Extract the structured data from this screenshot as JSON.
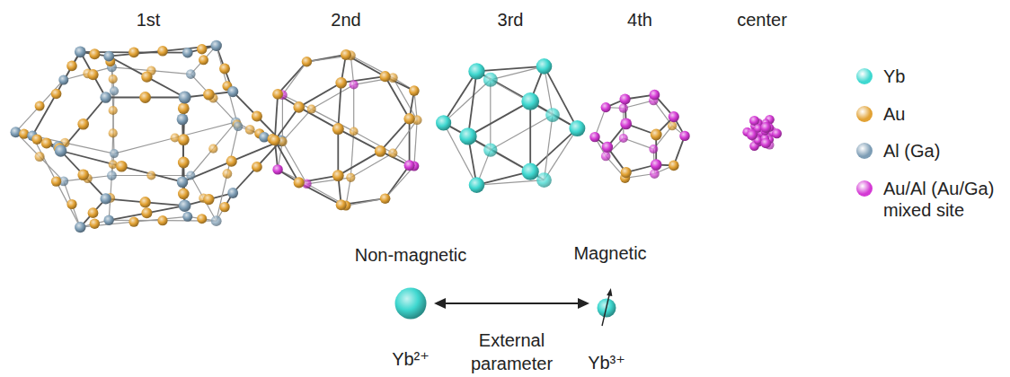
{
  "diagram": {
    "nodes": [
      {
        "text": [
          "Non-magnetic",
          "Yb²⁺"
        ]
      },
      {
        "text": [
          "Magnetic",
          "Yb³⁺"
        ]
      }
    ],
    "edges": [
      {
        "from": 0,
        "to": 1,
        "arrow": "both",
        "label": "External parameter"
      }
    ],
    "labels": [
      "1st",
      "2nd",
      "3rd",
      "4th",
      "center"
    ],
    "legend": [
      {
        "text": "Yb",
        "color": "#3fd8d0"
      },
      {
        "text": "Au",
        "color": "#e2a234"
      },
      {
        "text": "Al (Ga)",
        "color": "#7d9db5"
      },
      {
        "text": "Au/Al (Au/Ga) mixed site",
        "color": "#d43ad4"
      }
    ]
  }
}
